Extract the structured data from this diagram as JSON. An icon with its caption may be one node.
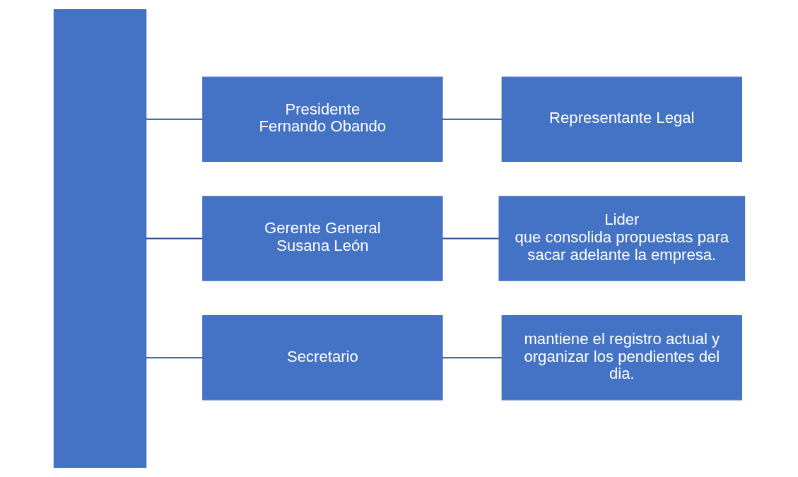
{
  "diagram": {
    "nodes": [
      {
        "text": [],
        "shape": "bar"
      },
      {
        "text": [
          "Presidente",
          "Fernando Obando"
        ]
      },
      {
        "text": [
          "Representante Legal"
        ]
      },
      {
        "text": [
          "Gerente General",
          "Susana León"
        ]
      },
      {
        "text": [
          "Lider",
          "que consolida propuestas para sacar adelante la empresa."
        ]
      },
      {
        "text": [
          "Secretario"
        ]
      },
      {
        "text": [
          "mantiene el registro actual y organizar los pendientes del dia."
        ]
      }
    ],
    "edges": [
      {
        "from": 0,
        "to": 1,
        "arrow": "none"
      },
      {
        "from": 0,
        "to": 3,
        "arrow": "none"
      },
      {
        "from": 0,
        "to": 5,
        "arrow": "none"
      },
      {
        "from": 1,
        "to": 2,
        "arrow": "none"
      },
      {
        "from": 3,
        "to": 4,
        "arrow": "none"
      },
      {
        "from": 5,
        "to": 6,
        "arrow": "none"
      }
    ]
  }
}
